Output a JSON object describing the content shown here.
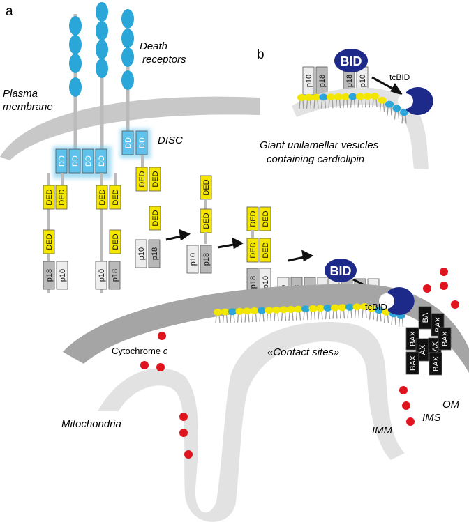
{
  "panel_labels": {
    "a": "a",
    "b": "b"
  },
  "labels": {
    "death_receptors_1": "Death",
    "death_receptors_2": "receptors",
    "plasma_membrane_1": "Plasma",
    "plasma_membrane_2": "membrane",
    "disc": "DISC",
    "guv_1": "Giant unilamellar vesicles",
    "guv_2": "containing cardiolipin",
    "cytochrome": "Cytochrome ",
    "cytochrome_c": "c",
    "contact_sites": "«Contact sites»",
    "mitochondria": "Mitochondria",
    "imm": "IMM",
    "ims": "IMS",
    "om": "OM"
  },
  "domains": {
    "dd": "DD",
    "ded": "DED",
    "p10": "p10",
    "p18": "p18",
    "bid": "BID",
    "tcbid": "tcBID",
    "bax": "BAX",
    "ax": "AX",
    "ba": "BA"
  },
  "colors": {
    "receptor": "#2aa6d8",
    "membrane_light": "#dcdcdc",
    "membrane_dark": "#a9a9a9",
    "ded": "#f5e600",
    "bid": "#1d2a8a",
    "bax": "#111111",
    "cytochrome": "#e0141e",
    "lipid_yellow": "#f3e600",
    "lipid_blue": "#2aa6d8"
  }
}
